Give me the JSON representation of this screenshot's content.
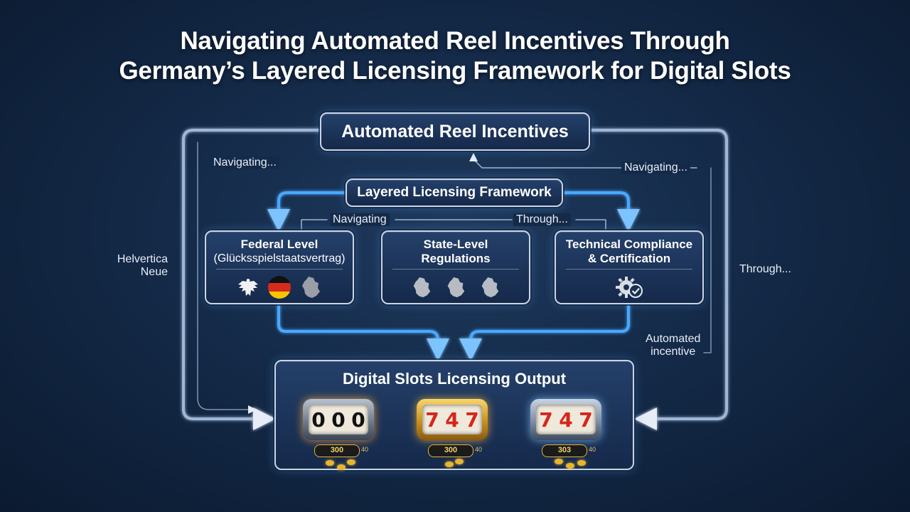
{
  "title": {
    "line1": "Navigating Automated Reel Incentives Through",
    "line2": "Germany’s Layered Licensing Framework for Digital Slots"
  },
  "boxes": {
    "top": "Automated Reel Incentives",
    "middle": "Layered Licensing Framework",
    "federal": {
      "line1": "Federal Level",
      "line2": "(Glücksspielstaatsvertrag)"
    },
    "state": {
      "line1": "State-Level",
      "line2": "Regulations"
    },
    "technical": {
      "line1": "Technical Compliance",
      "line2": "& Certification"
    },
    "output": "Digital Slots Licensing Output"
  },
  "annotations": {
    "left_top": "Navigating...",
    "right_top": "Navigating...",
    "branch_left": "Navigating",
    "branch_right": "Through...",
    "left_side_line1": "Helvertica",
    "left_side_line2": "Neue",
    "right_side": "Through...",
    "right_lower_line1": "Automated",
    "right_lower_line2": "incentive"
  },
  "slots": [
    {
      "reels": [
        "0",
        "0",
        "0"
      ],
      "counter": "300",
      "side": "40"
    },
    {
      "reels": [
        "7",
        "4",
        "7"
      ],
      "counter": "300",
      "side": "40"
    },
    {
      "reels": [
        "7",
        "4",
        "7"
      ],
      "counter": "303",
      "side": "40"
    }
  ],
  "colors": {
    "background": "#142a48",
    "wire": "#4aa8ff",
    "box_border": "#c9d4e3",
    "gold": "#e3b23c"
  }
}
